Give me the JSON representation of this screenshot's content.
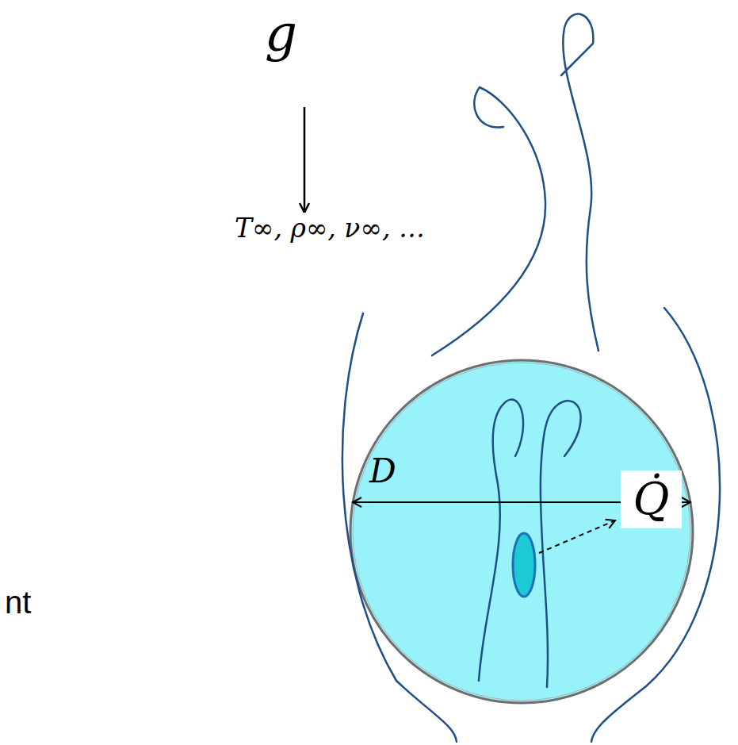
{
  "diagram": {
    "nodes": [
      {
        "text": [
          "D"
        ]
      },
      {
        "text": [
          "Q̇"
        ],
        "in": 0
      }
    ],
    "labels": [
      "g",
      "T∞, ρ∞, ν∞, …",
      "nt"
    ]
  }
}
